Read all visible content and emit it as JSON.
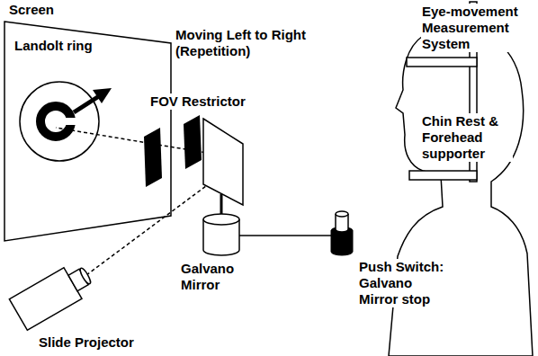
{
  "diagram": {
    "nodes": [
      {
        "text": [
          "Screen",
          "Landolt ring"
        ]
      }
    ],
    "labels": [
      "Moving Left to Right (Repetition)",
      "FOV Restrictor",
      "Galvano Mirror",
      "Slide Projector",
      "Eye-movement Measurement System",
      "Chin Rest & Forehead supporter",
      "Push Switch: Galvano Mirror stop"
    ]
  }
}
